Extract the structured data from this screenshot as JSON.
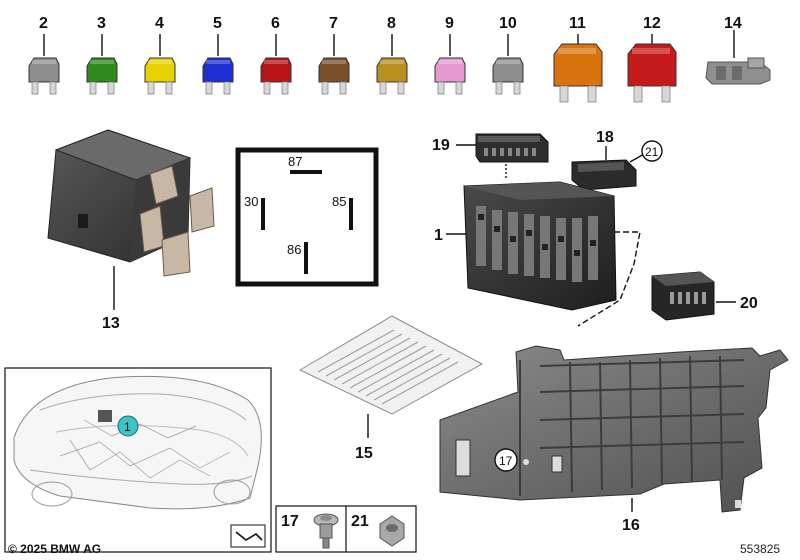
{
  "fuses": [
    {
      "label": "2",
      "color": "#8e8e8e"
    },
    {
      "label": "3",
      "color": "#2f8a1d"
    },
    {
      "label": "4",
      "color": "#e6d200"
    },
    {
      "label": "5",
      "color": "#1d2fd0"
    },
    {
      "label": "6",
      "color": "#b51515"
    },
    {
      "label": "7",
      "color": "#7a4f2a"
    },
    {
      "label": "8",
      "color": "#b99020"
    },
    {
      "label": "9",
      "color": "#e59ad2"
    },
    {
      "label": "10",
      "color": "#8e8e8e"
    }
  ],
  "maxi_fuses": [
    {
      "label": "11",
      "color": "#d8730e"
    },
    {
      "label": "12",
      "color": "#c41a1a"
    }
  ],
  "part_labels": {
    "clip": "14",
    "relay": "13",
    "connector_top": "19",
    "cover": "18",
    "nut_ref_circle": "21",
    "fuse_box": "1",
    "connector_side": "20",
    "info_sheet": "15",
    "bracket": "16",
    "bracket_ref_circle": "17",
    "inset_marker": "1",
    "screw": "17",
    "nut": "21"
  },
  "relay_pins": {
    "top": "87",
    "left": "30",
    "right": "85",
    "bottom": "86"
  },
  "copyright": "© 2025 BMW AG",
  "doc_id": "553825",
  "colors": {
    "marker": "#3ec4c4",
    "part_dark": "#3d3d3d",
    "bracket": "#6e6e6e"
  }
}
